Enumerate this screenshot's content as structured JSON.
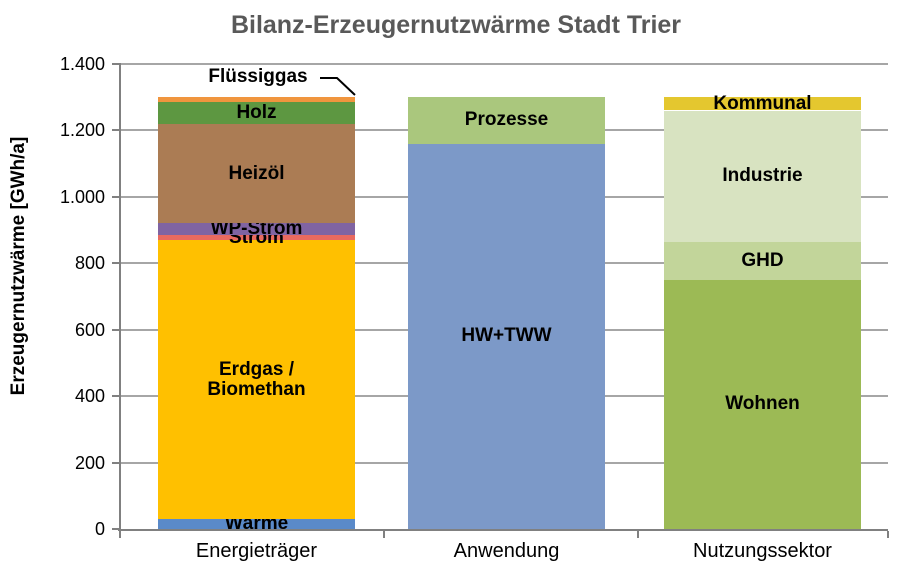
{
  "page": {
    "title": "Bilanz-Erzeugernutzwärme Stadt Trier"
  },
  "chart_data": {
    "type": "bar",
    "stacked": true,
    "title": "Bilanz-Erzeugernutzwärme Stadt Trier",
    "title_color": "#595959",
    "ylabel": "Erzeugernutzwärme [GWh/a]",
    "unit": "GWh/a",
    "ylim": [
      0,
      1400
    ],
    "ytick_step": 200,
    "ytick_labels": [
      "0",
      "200",
      "400",
      "600",
      "800",
      "1.000",
      "1.200",
      "1.400"
    ],
    "grid": true,
    "legend_position": "none",
    "categories": [
      "Energieträger",
      "Anwendung",
      "Nutzungssektor"
    ],
    "bars": [
      {
        "category": "Energieträger",
        "total": 1300,
        "segments": [
          {
            "label": "Wärme",
            "value": 30,
            "color": "#5A8AC9"
          },
          {
            "label": "Erdgas /\nBiomethan",
            "value": 840,
            "color": "#FFC000"
          },
          {
            "label": "Strom",
            "value": 15,
            "color": "#E96A5F"
          },
          {
            "label": "WP-Strom",
            "value": 35,
            "color": "#8064A2"
          },
          {
            "label": "Heizöl",
            "value": 300,
            "color": "#AB7C54"
          },
          {
            "label": "Holz",
            "value": 65,
            "color": "#5D9741"
          },
          {
            "label": "Flüssiggas",
            "value": 15,
            "color": "#F0953E",
            "label_outside": true
          }
        ]
      },
      {
        "category": "Anwendung",
        "total": 1300,
        "segments": [
          {
            "label": "HW+TWW",
            "value": 1160,
            "color": "#7C99C8"
          },
          {
            "label": "Prozesse",
            "value": 140,
            "color": "#AAC77D"
          }
        ]
      },
      {
        "category": "Nutzungssektor",
        "total": 1300,
        "segments": [
          {
            "label": "Wohnen",
            "value": 750,
            "color": "#9CBA55"
          },
          {
            "label": "GHD",
            "value": 115,
            "color": "#C2D59A"
          },
          {
            "label": "Industrie",
            "value": 395,
            "color": "#D8E3C1"
          },
          {
            "label": "Kommunal",
            "value": 40,
            "color": "#E4C72F"
          }
        ]
      }
    ]
  }
}
